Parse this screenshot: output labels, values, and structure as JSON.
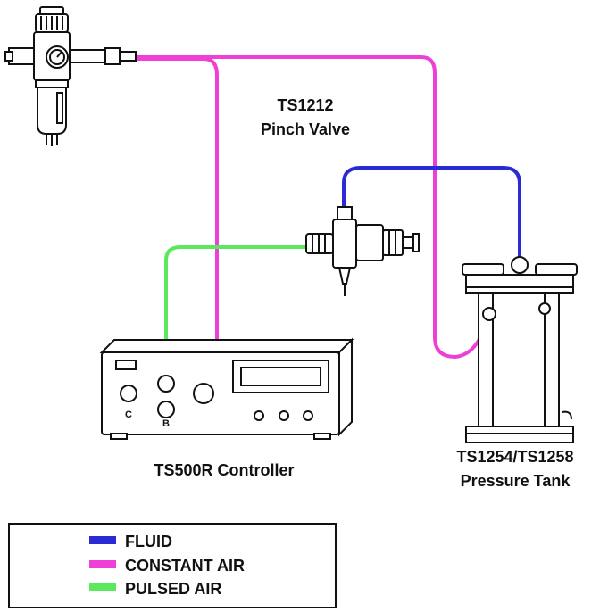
{
  "colors": {
    "fluid": "#2b2bd6",
    "constant_air": "#ee3fd6",
    "pulsed_air": "#5ce85c",
    "line": "#111111"
  },
  "labels": {
    "pinch_valve_line1": "TS1212",
    "pinch_valve_line2": "Pinch Valve",
    "controller": "TS500R Controller",
    "tank_line1": "TS1254/TS1258",
    "tank_line2": "Pressure Tank",
    "port_c": "C",
    "port_b": "B"
  },
  "legend": {
    "items": [
      {
        "key": "fluid",
        "label": "FLUID"
      },
      {
        "key": "constant_air",
        "label": "CONSTANT AIR"
      },
      {
        "key": "pulsed_air",
        "label": "PULSED AIR"
      }
    ]
  },
  "icons": [
    "filter-regulator-icon",
    "pinch-valve-icon",
    "controller-icon",
    "pressure-tank-icon"
  ]
}
